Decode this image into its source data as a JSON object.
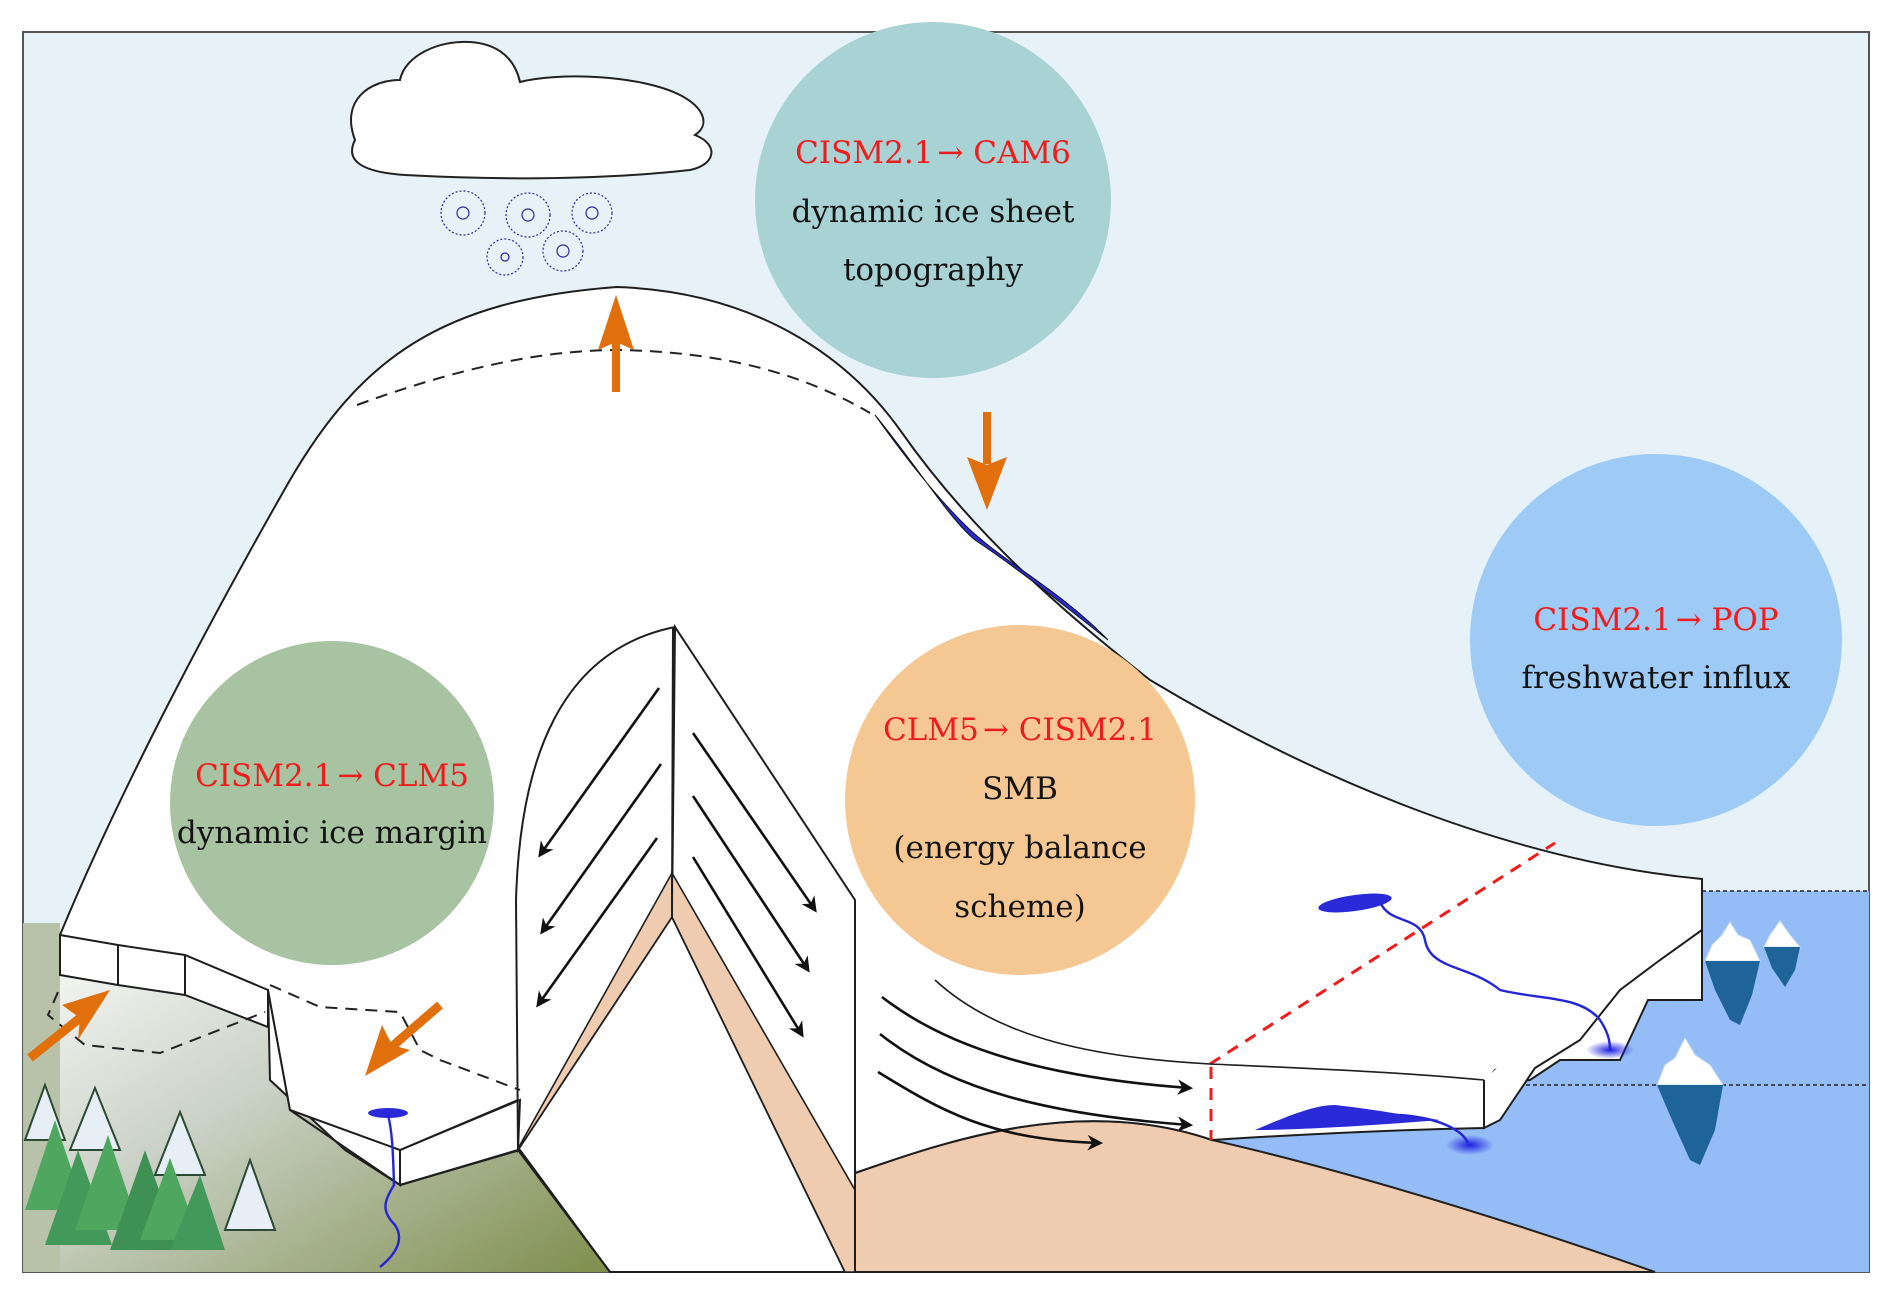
{
  "figure": {
    "title": "Coupling between CISM2.1 ice sheet model and CESM components",
    "colors": {
      "sky": "#e6f1f8",
      "ice": "#ffffff",
      "bedrock": "#efcbb0",
      "ocean": "#94bcf7",
      "meltwater": "#2a2ad8",
      "coupling_text": "#ee1c1c",
      "feedback_arrow": "#e06f0c",
      "circle_atmosphere": "#a8d2d4",
      "circle_land": "#a8c3a1",
      "circle_smb": "#f5c893",
      "circle_ocean": "#9ecbf5"
    }
  },
  "couplings": [
    {
      "id": "atmosphere",
      "from": "CISM2.1",
      "to": "CAM6",
      "arrow": "→",
      "description_lines": [
        "dynamic ice sheet",
        "topography"
      ]
    },
    {
      "id": "land",
      "from": "CISM2.1",
      "to": "CLM5",
      "arrow": "→",
      "description_lines": [
        "dynamic ice margin"
      ]
    },
    {
      "id": "smb",
      "from": "CLM5",
      "to": "CISM2.1",
      "arrow": "→",
      "description_lines": [
        "SMB",
        "(energy balance",
        "scheme)"
      ]
    },
    {
      "id": "ocean",
      "from": "CISM2.1",
      "to": "POP",
      "arrow": "→",
      "description_lines": [
        "freshwater influx"
      ]
    }
  ],
  "scene_elements": {
    "cloud": "snow-cloud",
    "snowflakes": 5,
    "icebergs": 3,
    "feedback_arrows": [
      "up",
      "down",
      "inward",
      "outward"
    ],
    "ice_flow_arrows": 9
  }
}
